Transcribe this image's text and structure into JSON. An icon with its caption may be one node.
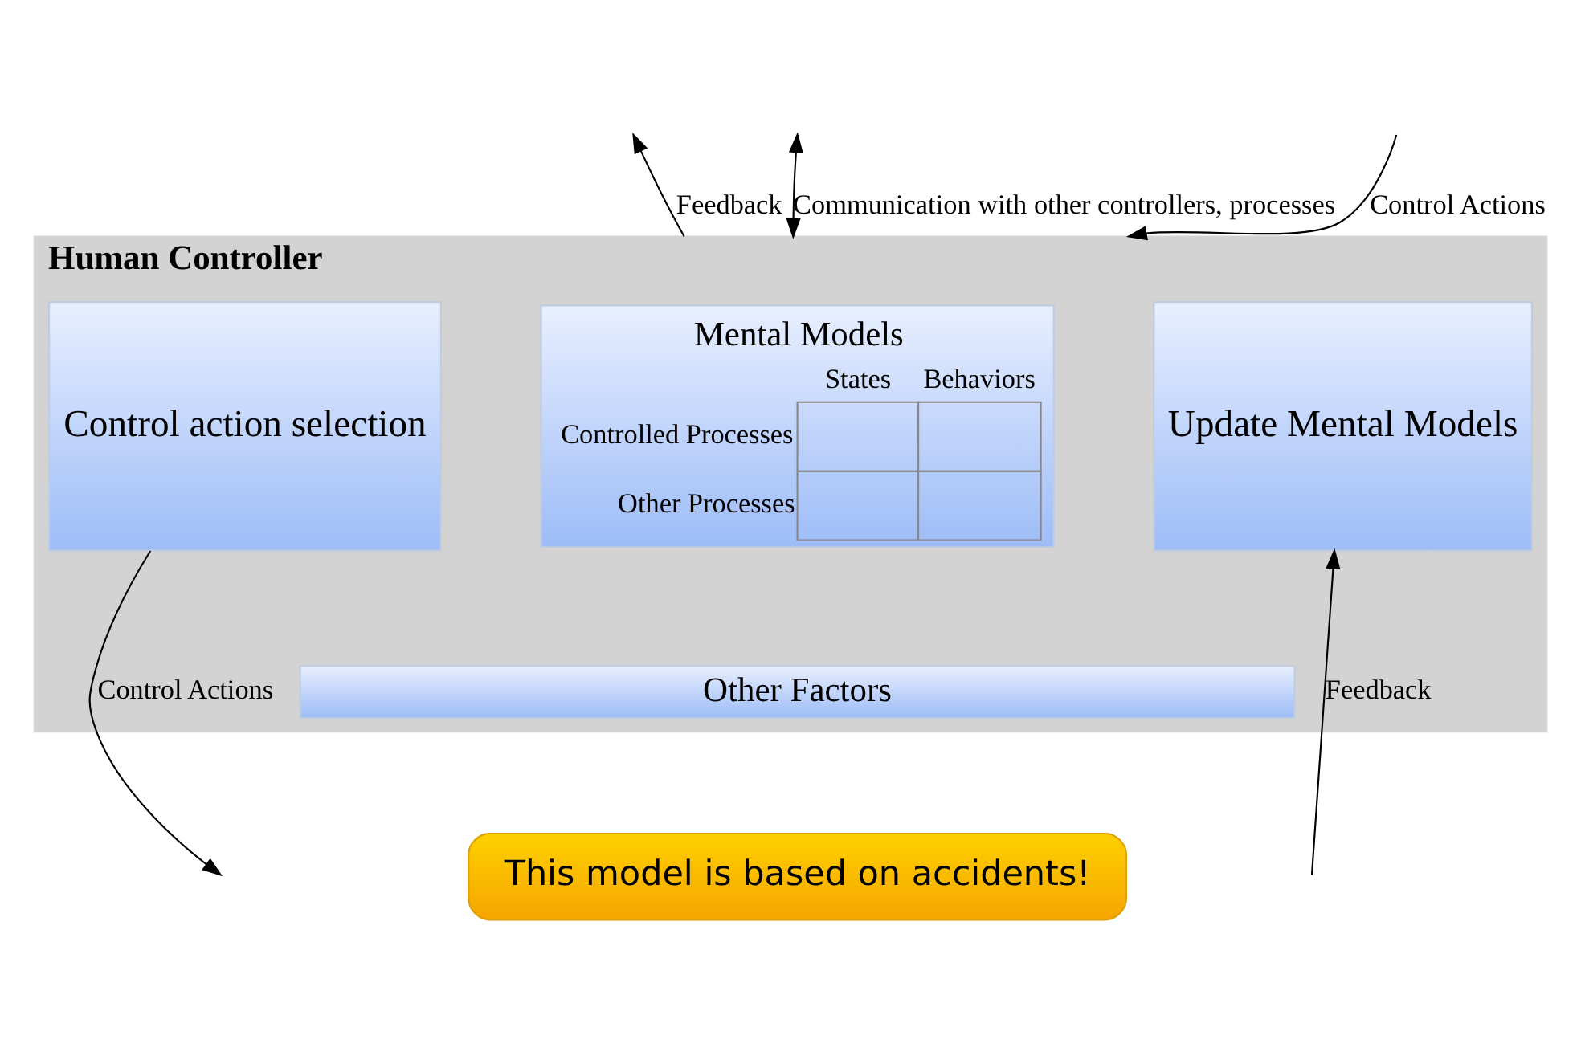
{
  "diagram": {
    "nodes": [
      {
        "text": [
          "Human Controller"
        ]
      },
      {
        "text": [
          "Control action selection"
        ],
        "in": 0
      },
      {
        "text": [
          "Mental Models",
          "States",
          "Behaviors",
          "Controlled Processes",
          "Other Processes"
        ],
        "in": 0
      },
      {
        "text": [
          "Update Mental Models"
        ],
        "in": 0
      },
      {
        "text": [
          "Other Factors"
        ],
        "in": 0
      },
      {
        "text": [
          "This model is based on accidents!"
        ]
      }
    ],
    "edges": [
      {
        "from": null,
        "to": 0,
        "arrow": "to",
        "label": "Control Actions"
      },
      {
        "from": 0,
        "to": null,
        "arrow": "to",
        "label": "Feedback"
      },
      {
        "from": 0,
        "to": null,
        "arrow": "both",
        "label": "Communication with other controllers, processes"
      },
      {
        "from": 1,
        "to": null,
        "arrow": "to",
        "label": "Control Actions"
      },
      {
        "from": null,
        "to": 3,
        "arrow": "to",
        "label": "Feedback"
      }
    ]
  }
}
